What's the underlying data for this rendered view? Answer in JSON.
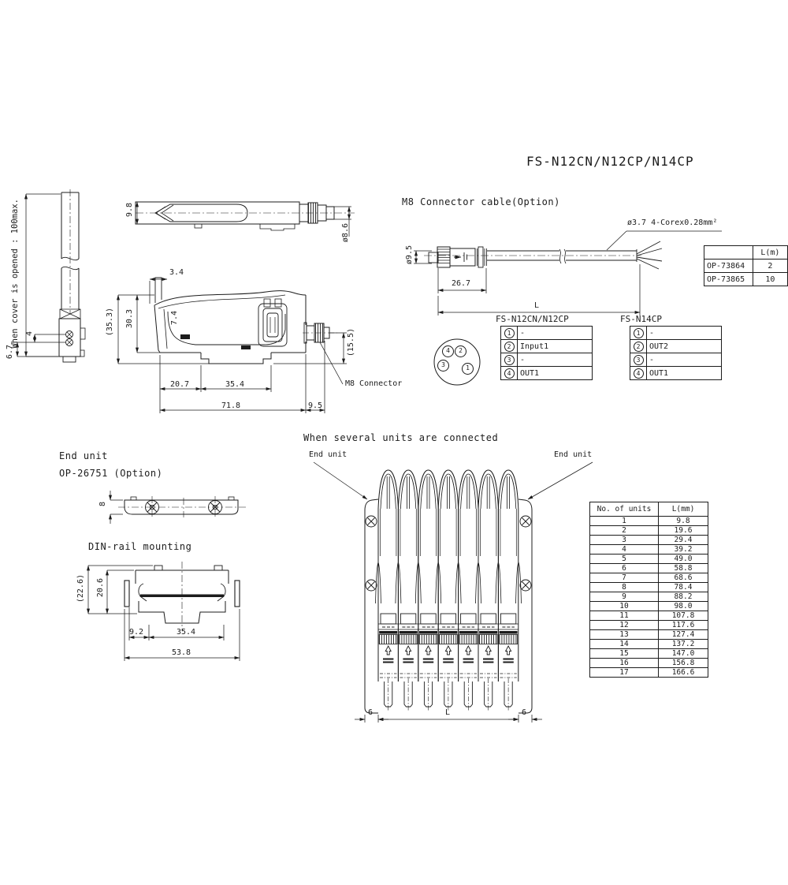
{
  "title": "FS-N12CN/N12CP/N14CP",
  "m8_cable": {
    "heading": "M8 Connector cable(Option)",
    "wire_spec": "ø3.7 4-Corex0.28mm²",
    "connector_dia": "ø9.5",
    "dim_connector_length": "26.7",
    "dim_total_length": "L",
    "length_table": {
      "model_header": "",
      "length_header": "L(m)",
      "rows": [
        {
          "model": "OP-73864",
          "length": "2"
        },
        {
          "model": "OP-73865",
          "length": "10"
        }
      ]
    }
  },
  "pinout": {
    "circle_pins": {
      "p4": "4",
      "p2": "2",
      "p3": "3",
      "p1": "1"
    },
    "n12_title": "FS-N12CN/N12CP",
    "n12_rows": [
      {
        "pin": "1",
        "signal": "-"
      },
      {
        "pin": "2",
        "signal": "Input1"
      },
      {
        "pin": "3",
        "signal": "-"
      },
      {
        "pin": "4",
        "signal": "OUT1"
      }
    ],
    "n14_title": "FS-N14CP",
    "n14_rows": [
      {
        "pin": "1",
        "signal": "-"
      },
      {
        "pin": "2",
        "signal": "OUT2"
      },
      {
        "pin": "3",
        "signal": "-"
      },
      {
        "pin": "4",
        "signal": "OUT1"
      }
    ]
  },
  "left_view": {
    "note": "When cover is opened : 100max.",
    "dim_pitch": "4",
    "dim_bottom": "6.7"
  },
  "top_view": {
    "dim_height": "9.8",
    "dim_connector_dia": "ø8.6"
  },
  "front_view": {
    "dim_tab": "3.4",
    "dim_overall_height": "(35.3)",
    "dim_body_height": "30.3",
    "dim_7_4": "7.4",
    "dim_connector_offset": "(15.5)",
    "dim_left": "20.7",
    "dim_rail_clip": "35.4",
    "dim_body_length": "71.8",
    "dim_connector": "9.5",
    "connector_label": "M8 Connector"
  },
  "end_unit": {
    "title": "End unit",
    "model": "OP-26751 (Option)",
    "dim_thickness": "8"
  },
  "din_rail": {
    "heading": "DIN-rail mounting",
    "dim_overall_height": "(22.6)",
    "dim_height": "20.6",
    "dim_offset": "9.2",
    "dim_rail": "35.4",
    "dim_width": "53.8"
  },
  "multi_unit": {
    "heading": "When several units are connected",
    "end_unit_left": "End unit",
    "end_unit_right": "End unit",
    "dim_left_plate": "6",
    "dim_units": "L",
    "dim_right_plate": "6",
    "units_table": {
      "col_units": "No. of units",
      "col_length": "L(mm)",
      "rows": [
        {
          "n": "1",
          "l": "9.8"
        },
        {
          "n": "2",
          "l": "19.6"
        },
        {
          "n": "3",
          "l": "29.4"
        },
        {
          "n": "4",
          "l": "39.2"
        },
        {
          "n": "5",
          "l": "49.0"
        },
        {
          "n": "6",
          "l": "58.8"
        },
        {
          "n": "7",
          "l": "68.6"
        },
        {
          "n": "8",
          "l": "78.4"
        },
        {
          "n": "9",
          "l": "88.2"
        },
        {
          "n": "10",
          "l": "98.0"
        },
        {
          "n": "11",
          "l": "107.8"
        },
        {
          "n": "12",
          "l": "117.6"
        },
        {
          "n": "13",
          "l": "127.4"
        },
        {
          "n": "14",
          "l": "137.2"
        },
        {
          "n": "15",
          "l": "147.0"
        },
        {
          "n": "16",
          "l": "156.8"
        },
        {
          "n": "17",
          "l": "166.6"
        }
      ]
    }
  }
}
